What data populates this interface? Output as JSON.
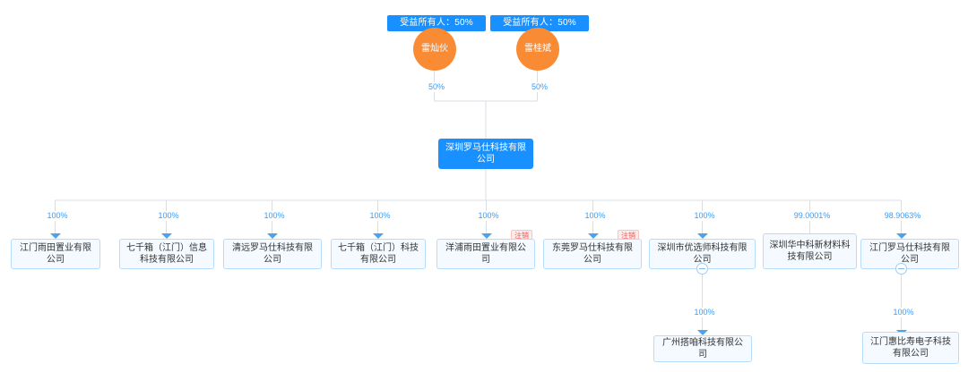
{
  "chart": {
    "type": "org-equity-tree",
    "title": "",
    "accent_blue": "#1890ff",
    "accent_orange": "#f98b34",
    "box_fill": "#f4faff",
    "box_border": "#b6dcfb",
    "line_color": "#d8dee5",
    "label_color": "#3d9bf0"
  },
  "owners": [
    {
      "badge": "受益所有人：50%",
      "name": "雷灿伙",
      "edge_label": "50%"
    },
    {
      "badge": "受益所有人：50%",
      "name": "雷桂斌",
      "edge_label": "50%"
    }
  ],
  "root": {
    "name": "深圳罗马仕科技有限公司"
  },
  "subsidiaries": [
    {
      "name": "江门雨田置业有限公司",
      "percent": "100%",
      "status": "",
      "toggle": false
    },
    {
      "name": "七千箱（江门）信息科技有限公司",
      "percent": "100%",
      "status": "",
      "toggle": false
    },
    {
      "name": "清远罗马仕科技有限公司",
      "percent": "100%",
      "status": "",
      "toggle": false
    },
    {
      "name": "七千箱（江门）科技有限公司",
      "percent": "100%",
      "status": "",
      "toggle": false
    },
    {
      "name": "洋浦雨田置业有限公司",
      "percent": "100%",
      "status": "注销",
      "toggle": false
    },
    {
      "name": "东莞罗马仕科技有限公司",
      "percent": "100%",
      "status": "注销",
      "toggle": false
    },
    {
      "name": "深圳市优选师科技有限公司",
      "percent": "100%",
      "status": "",
      "toggle": true
    },
    {
      "name": "深圳华中科新材料科技有限公司",
      "percent": "99.0001%",
      "status": "",
      "toggle": false
    },
    {
      "name": "江门罗马仕科技有限公司",
      "percent": "98.9063%",
      "status": "",
      "toggle": true
    }
  ],
  "grandchildren": [
    {
      "name": "广州搭咱科技有限公司",
      "percent": "100%",
      "parent_index": 6
    },
    {
      "name": "江门惠比寿电子科技有限公司",
      "percent": "100%",
      "parent_index": 8
    }
  ]
}
